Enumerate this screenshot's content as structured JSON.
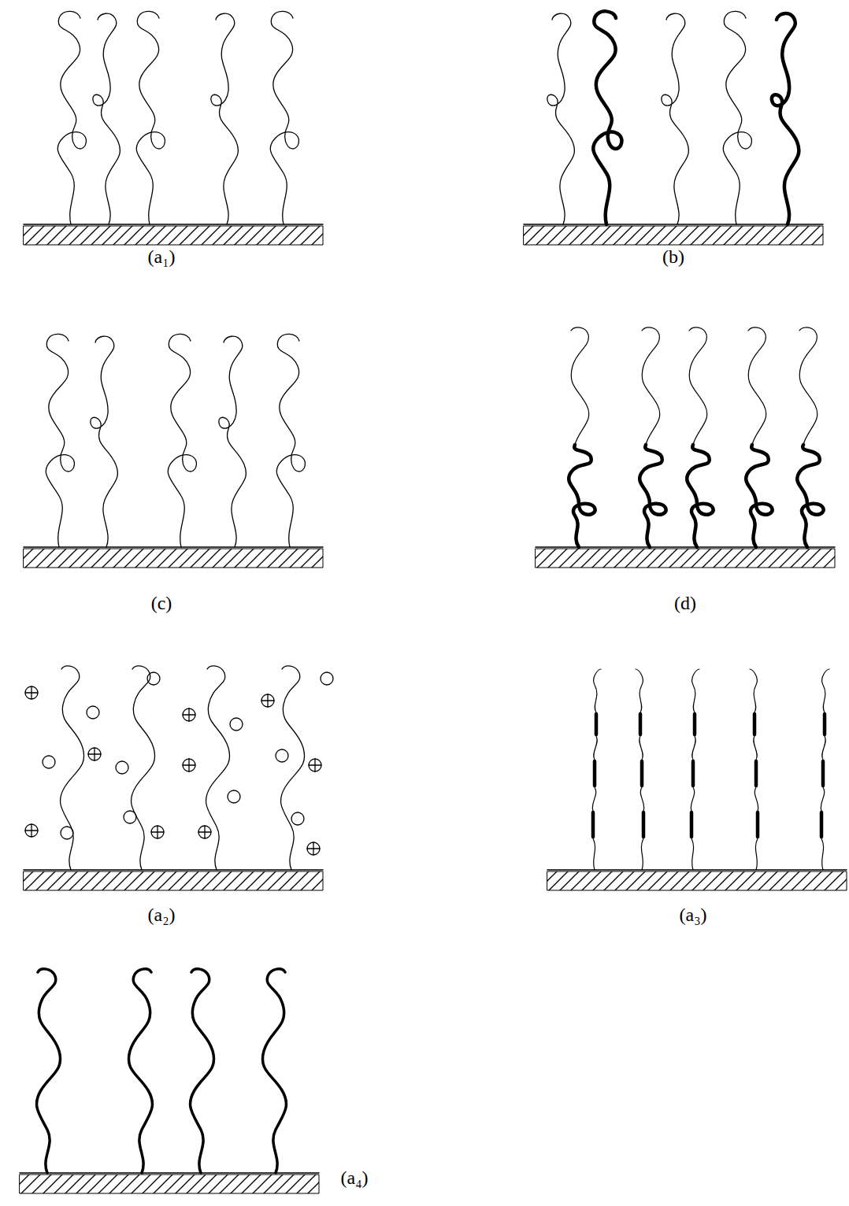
{
  "diagram": {
    "labels": [
      "(a₁)",
      "(b)",
      "(c)",
      "(d)",
      "(a₂)",
      "(a₃)",
      "(a₄)"
    ]
  }
}
